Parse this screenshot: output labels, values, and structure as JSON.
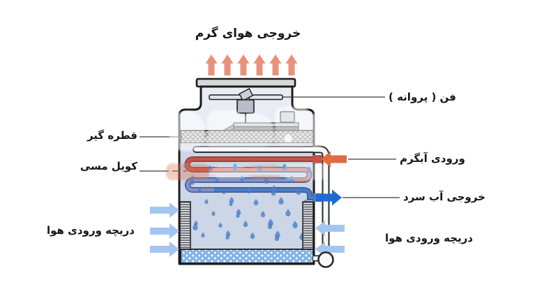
{
  "diagram": {
    "type": "closed-circuit cooling tower schematic",
    "title_top": "خروجی هوای گرم",
    "labels": {
      "fan": "فن ( پروانه )",
      "drift_eliminator": "قطره گیر",
      "hot_water_inlet": "ورودی آبگرم",
      "copper_coil": "کویل مسی",
      "cold_water_outlet": "خروجی آب سرد",
      "air_inlet_left": "دریچه ورودی هوا",
      "air_inlet_right": "دریچه ورودی هوا"
    },
    "flow": {
      "hot_air_arrow_count": 6,
      "air_arrows_left_count": 3,
      "air_arrows_right_count": 2
    },
    "colors": {
      "hot_air_arrow": "#e9917e",
      "hot_water_arrow": "#e06a42",
      "cold_water_arrow": "#1f6bd2",
      "air_arrow": "#a3c5f1",
      "coil_hot": "#c3524a",
      "coil_warm": "#cc8176",
      "coil_cool": "#8191c8",
      "coil_cold": "#4e79c5",
      "basin": "#82b3e4",
      "chamber": "#ccd6e6",
      "housing": "#e9ecf4",
      "droplet": "#4b7ec9"
    },
    "watermark": {
      "present": true,
      "legible": false
    }
  }
}
